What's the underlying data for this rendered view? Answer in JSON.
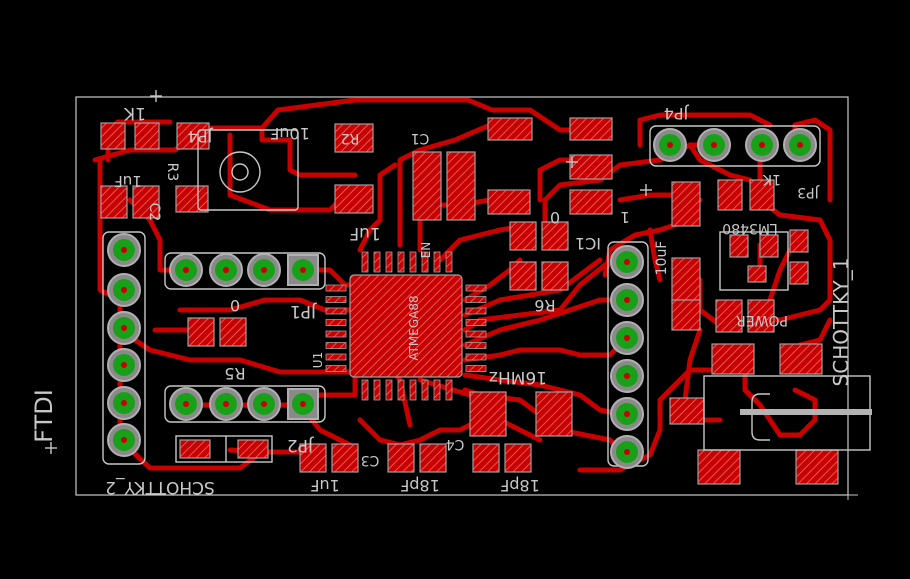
{
  "window": {
    "title": ""
  },
  "colors": {
    "background": "#000000",
    "trace": "#c80000",
    "pad": "#c80000",
    "via_ring": "#a0a0a0",
    "drill": "#19a019",
    "silk": "#c8c8c8",
    "outline": "#c8c8c8"
  },
  "labels": {
    "r_1k": "1K",
    "jp4_left": "JP4",
    "jp4_right": "JP4",
    "cap_10uf_top": "10uF",
    "r2": "R2",
    "c1": "C1",
    "r3": "R3",
    "c2": "C2",
    "cap_1uf_left": "1uF",
    "cap_1uf_mid": "1uF",
    "ic_en": "EN",
    "mcu": "ATMEGA88",
    "ic_ic1": "IC1",
    "zero_a": "0",
    "zero_b": "0",
    "ic_1": "1",
    "r6": "R6",
    "r5": "R5",
    "jp1": "JP1",
    "jp2": "JP2",
    "ftdi": "FTDI",
    "schottky1": "SCHOTTKY_1",
    "schottky2": "SCHOTTKY_2",
    "cap_1uf_bottom": "1uF",
    "cap_18pf_a": "18pF",
    "cap_18pf_b": "18pF",
    "crystal": "16MHz",
    "c3": "C3",
    "c4": "C4",
    "cap_10uf_right": "10uF",
    "power": "POWER",
    "jp3": "JP3",
    "r1k_right": "1K",
    "reg_480": "LM3480",
    "u1": "U1"
  }
}
